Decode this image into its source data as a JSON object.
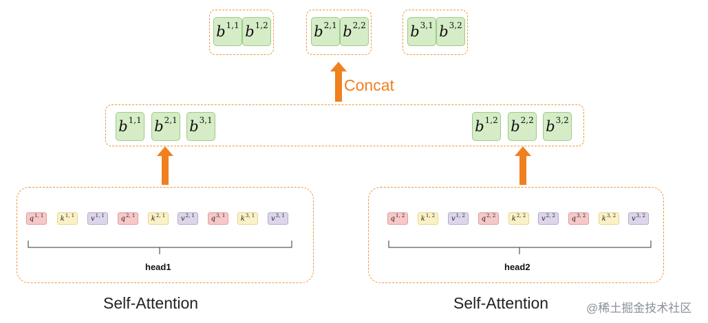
{
  "output_groups": [
    {
      "items": [
        {
          "base": "b",
          "sup": "1,1"
        },
        {
          "base": "b",
          "sup": "1,2"
        }
      ]
    },
    {
      "items": [
        {
          "base": "b",
          "sup": "2,1"
        },
        {
          "base": "b",
          "sup": "2,2"
        }
      ]
    },
    {
      "items": [
        {
          "base": "b",
          "sup": "3,1"
        },
        {
          "base": "b",
          "sup": "3,2"
        }
      ]
    }
  ],
  "concat_label": "Concat",
  "middle_row": {
    "left": [
      {
        "base": "b",
        "sup": "1,1"
      },
      {
        "base": "b",
        "sup": "2,1"
      },
      {
        "base": "b",
        "sup": "3,1"
      }
    ],
    "right": [
      {
        "base": "b",
        "sup": "1,2"
      },
      {
        "base": "b",
        "sup": "2,2"
      },
      {
        "base": "b",
        "sup": "3,2"
      }
    ]
  },
  "head1": {
    "vectors": [
      {
        "type": "q",
        "base": "q",
        "sup": "1, 1"
      },
      {
        "type": "k",
        "base": "k",
        "sup": "1, 1"
      },
      {
        "type": "v",
        "base": "v",
        "sup": "1, 1"
      },
      {
        "type": "q",
        "base": "q",
        "sup": "2, 1"
      },
      {
        "type": "k",
        "base": "k",
        "sup": "2, 1"
      },
      {
        "type": "v",
        "base": "v",
        "sup": "2, 1"
      },
      {
        "type": "q",
        "base": "q",
        "sup": "3, 1"
      },
      {
        "type": "k",
        "base": "k",
        "sup": "3, 1"
      },
      {
        "type": "v",
        "base": "v",
        "sup": "3, 1"
      }
    ],
    "label": "head1",
    "caption": "Self-Attention"
  },
  "head2": {
    "vectors": [
      {
        "type": "q",
        "base": "q",
        "sup": "1, 2"
      },
      {
        "type": "k",
        "base": "k",
        "sup": "1, 2"
      },
      {
        "type": "v",
        "base": "v",
        "sup": "1, 2"
      },
      {
        "type": "q",
        "base": "q",
        "sup": "2, 2"
      },
      {
        "type": "k",
        "base": "k",
        "sup": "2, 2"
      },
      {
        "type": "v",
        "base": "v",
        "sup": "2, 2"
      },
      {
        "type": "q",
        "base": "q",
        "sup": "3, 2"
      },
      {
        "type": "k",
        "base": "k",
        "sup": "3, 2"
      },
      {
        "type": "v",
        "base": "v",
        "sup": "3, 2"
      }
    ],
    "label": "head2",
    "caption": "Self-Attention"
  },
  "watermark": "@稀土掘金技术社区",
  "colors": {
    "accent_orange": "#f0801e",
    "box_green": "#d5ecc6",
    "q_red": "#f6c8c8",
    "k_yellow": "#fbf1c6",
    "v_purple": "#ddd6ea"
  }
}
